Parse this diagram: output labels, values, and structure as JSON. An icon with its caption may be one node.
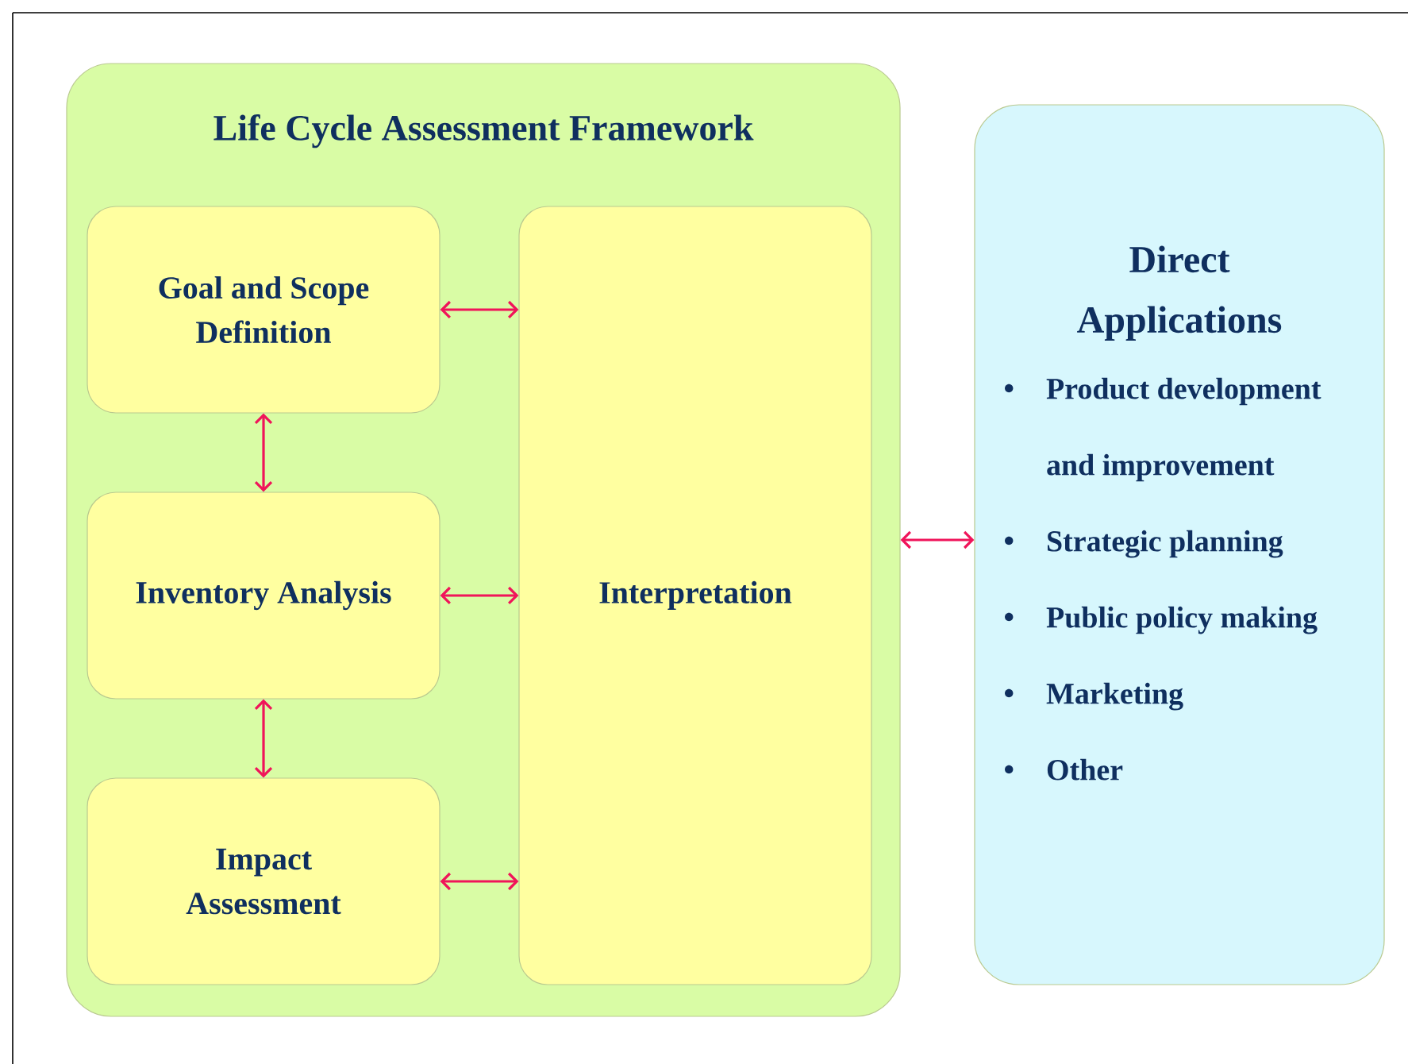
{
  "diagram": {
    "nodes": [
      {
        "text": [
          "Life Cycle Assessment Framework"
        ]
      },
      {
        "text": [
          "Goal and Scope Definition"
        ],
        "in": 0
      },
      {
        "text": [
          "Inventory Analysis"
        ],
        "in": 0
      },
      {
        "text": [
          "Impact Assessment"
        ],
        "in": 0
      },
      {
        "text": [
          "Interpretation"
        ],
        "in": 0
      },
      {
        "text": [
          "Direct Applications",
          "Product development and improvement",
          "Strategic planning",
          "Public policy making",
          "Marketing",
          "Other"
        ]
      }
    ],
    "edges": [
      {
        "from": 1,
        "to": 4,
        "arrow": "both"
      },
      {
        "from": 1,
        "to": 2,
        "arrow": "both"
      },
      {
        "from": 2,
        "to": 4,
        "arrow": "both"
      },
      {
        "from": 2,
        "to": 3,
        "arrow": "both"
      },
      {
        "from": 3,
        "to": 4,
        "arrow": "both"
      },
      {
        "from": 0,
        "to": 5,
        "arrow": "both"
      }
    ]
  }
}
